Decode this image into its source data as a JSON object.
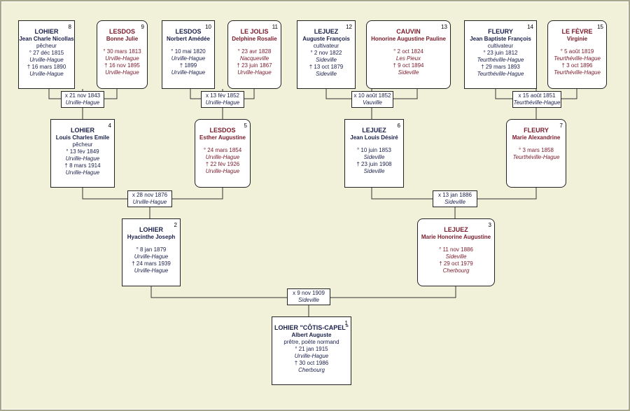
{
  "persons": {
    "p1": {
      "num": "1",
      "surname": "LOHIER \"CÔTIS-CAPEL\"",
      "given": "Albert Auguste",
      "occ": "prêtre, poëte normand",
      "bdate": "° 21 jan 1915",
      "bplace": "Urville-Hague",
      "ddate": "† 30 oct 1986",
      "dplace": "Cherbourg"
    },
    "p2": {
      "num": "2",
      "surname": "LOHIER",
      "given": "Hyacinthe Joseph",
      "bdate": "° 8 jan 1879",
      "bplace": "Urville-Hague",
      "ddate": "† 24 mars 1939",
      "dplace": "Urville-Hague"
    },
    "p3": {
      "num": "3",
      "surname": "LEJUEZ",
      "given": "Marie Honorine Augustine",
      "bdate": "° 11 nov 1886",
      "bplace": "Sideville",
      "ddate": "† 29 oct 1979",
      "dplace": "Cherbourg"
    },
    "p4": {
      "num": "4",
      "surname": "LOHIER",
      "given": "Louis Charles Emile",
      "occ": "pêcheur",
      "bdate": "° 13 fév 1849",
      "bplace": "Urville-Hague",
      "ddate": "† 8 mars 1914",
      "dplace": "Urville-Hague"
    },
    "p5": {
      "num": "5",
      "surname": "LESDOS",
      "given": "Esther Augustine",
      "bdate": "° 24 mars 1854",
      "bplace": "Urville-Hague",
      "ddate": "† 22 fév 1926",
      "dplace": "Urville-Hague"
    },
    "p6": {
      "num": "6",
      "surname": "LEJUEZ",
      "given": "Jean Louis Désiré",
      "bdate": "° 10 juin 1853",
      "bplace": "Sideville",
      "ddate": "† 23 juin 1908",
      "dplace": "Sideville"
    },
    "p7": {
      "num": "7",
      "surname": "FLEURY",
      "given": "Marie Alexandrine",
      "bdate": "° 3 mars 1858",
      "bplace": "Teurthéville-Hague"
    },
    "p8": {
      "num": "8",
      "surname": "LOHIER",
      "given": "Jean Charle Nicollas",
      "occ": "pêcheur",
      "bdate": "° 27 déc 1815",
      "bplace": "Urville-Hague",
      "ddate": "† 16 mars 1890",
      "dplace": "Urville-Hague"
    },
    "p9": {
      "num": "9",
      "surname": "LESDOS",
      "given": "Bonne Julie",
      "bdate": "° 30 mars 1813",
      "bplace": "Urville-Hague",
      "ddate": "† 16 nov 1895",
      "dplace": "Urville-Hague"
    },
    "p10": {
      "num": "10",
      "surname": "LESDOS",
      "given": "Norbert Amédée",
      "bdate": "° 10 mai 1820",
      "bplace": "Urville-Hague",
      "ddate": "† 1899",
      "dplace": "Urville-Hague"
    },
    "p11": {
      "num": "11",
      "surname": "LE JOLIS",
      "given": "Delphine Rosalie",
      "bdate": "° 23 avr 1828",
      "bplace": "Nacqueville",
      "ddate": "† 23 juin 1867",
      "dplace": "Urville-Hague"
    },
    "p12": {
      "num": "12",
      "surname": "LEJUEZ",
      "given": "Auguste François",
      "occ": "cultivateur",
      "bdate": "° 2 nov 1822",
      "bplace": "Sideville",
      "ddate": "† 13 oct 1879",
      "dplace": "Sideville"
    },
    "p13": {
      "num": "13",
      "surname": "CAUVIN",
      "given": "Honorine  Augustine Pauline",
      "bdate": "° 2 oct 1824",
      "bplace": "Les Pieux",
      "ddate": "† 9 oct 1894",
      "dplace": "Sideville"
    },
    "p14": {
      "num": "14",
      "surname": "FLEURY",
      "given": "Jean Baptiste François",
      "occ": "cultivateur",
      "bdate": "° 23 juin 1812",
      "bplace": "Teurthéville-Hague",
      "ddate": "† 29 mars 1893",
      "dplace": "Teurthéville-Hague"
    },
    "p15": {
      "num": "15",
      "surname": "LE FÈVRE",
      "given": "Virginie",
      "bdate": "° 5 août 1819",
      "bplace": "Teurthéville-Hague",
      "ddate": "† 3 oct 1896",
      "dplace": "Teurthéville-Hague"
    }
  },
  "marriages": {
    "m1": {
      "date": "x 9 nov 1909",
      "place": "Sideville"
    },
    "m2": {
      "date": "x 28 nov 1876",
      "place": "Urville-Hague"
    },
    "m3": {
      "date": "x 13 jan 1886",
      "place": "Sideville"
    },
    "m4": {
      "date": "x 21 nov 1843",
      "place": "Urville-Hague"
    },
    "m5": {
      "date": "x 13 fév 1852",
      "place": "Urville-Hague"
    },
    "m6": {
      "date": "x 10 août 1852",
      "place": "Vauville"
    },
    "m7": {
      "date": "x 15 août 1851",
      "place": "Teurthéville-Hague"
    }
  }
}
